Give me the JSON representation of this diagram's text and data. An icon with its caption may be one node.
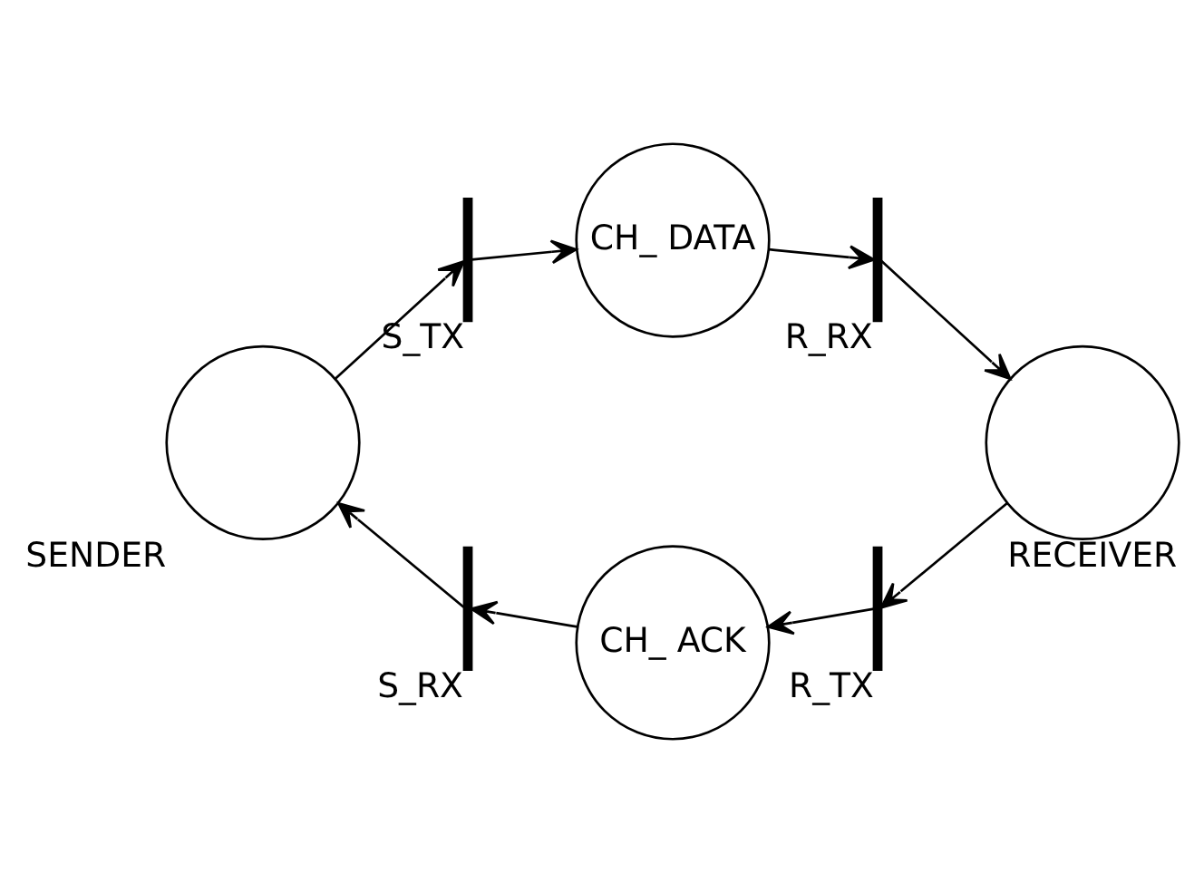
{
  "diagram": {
    "nodes": [
      {
        "text": [],
        "shape": "circle",
        "beside": [
          "SENDER"
        ]
      },
      {
        "text": [],
        "shape": "bar",
        "beside": [
          "S_TX"
        ]
      },
      {
        "text": [
          "CH_ DATA"
        ]
      },
      {
        "text": [],
        "shape": "bar",
        "beside": [
          "R_RX"
        ]
      },
      {
        "text": [],
        "shape": "circle",
        "beside": [
          "RECEIVER"
        ]
      },
      {
        "text": [],
        "shape": "bar",
        "beside": [
          "R_TX"
        ]
      },
      {
        "text": [
          "CH_ ACK"
        ]
      },
      {
        "text": [],
        "shape": "bar",
        "beside": [
          "S_RX"
        ]
      }
    ],
    "edges": [
      {
        "from": 0,
        "to": 1,
        "arrow": "to"
      },
      {
        "from": 1,
        "to": 2,
        "arrow": "to"
      },
      {
        "from": 2,
        "to": 3,
        "arrow": "to"
      },
      {
        "from": 3,
        "to": 4,
        "arrow": "to"
      },
      {
        "from": 4,
        "to": 5,
        "arrow": "to"
      },
      {
        "from": 5,
        "to": 6,
        "arrow": "to"
      },
      {
        "from": 6,
        "to": 7,
        "arrow": "to"
      },
      {
        "from": 7,
        "to": 0,
        "arrow": "to"
      }
    ]
  }
}
